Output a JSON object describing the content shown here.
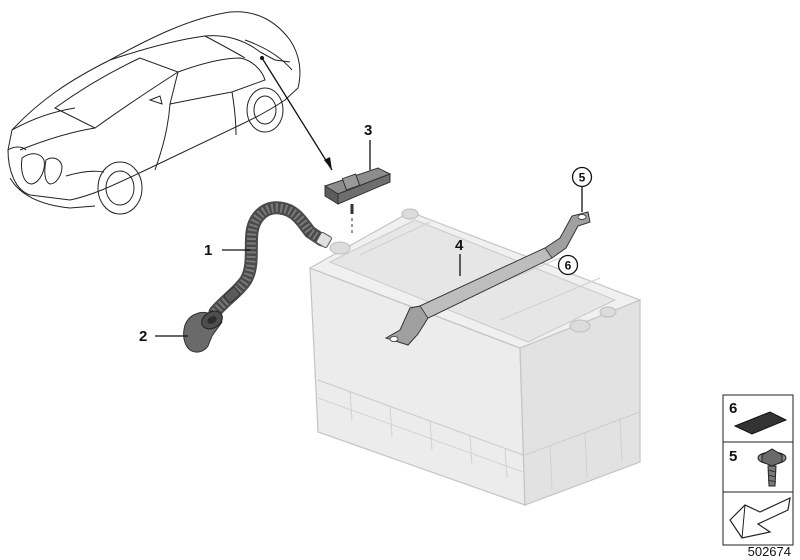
{
  "callouts": [
    {
      "number": "1"
    },
    {
      "number": "2"
    },
    {
      "number": "3"
    },
    {
      "number": "4"
    },
    {
      "number": "5"
    },
    {
      "number": "6"
    }
  ],
  "legend": [
    {
      "number": "6",
      "icon": "foam-pad-icon"
    },
    {
      "number": "5",
      "icon": "screw-icon"
    },
    {
      "number": "",
      "icon": "arrow-symbol-icon"
    }
  ],
  "diagram_number": "502674",
  "colors": {
    "battery_fill": "#e8e8e8",
    "battery_stroke": "#bdbdbd",
    "part_dark": "#555555",
    "bracket": "#8a8a8a"
  }
}
